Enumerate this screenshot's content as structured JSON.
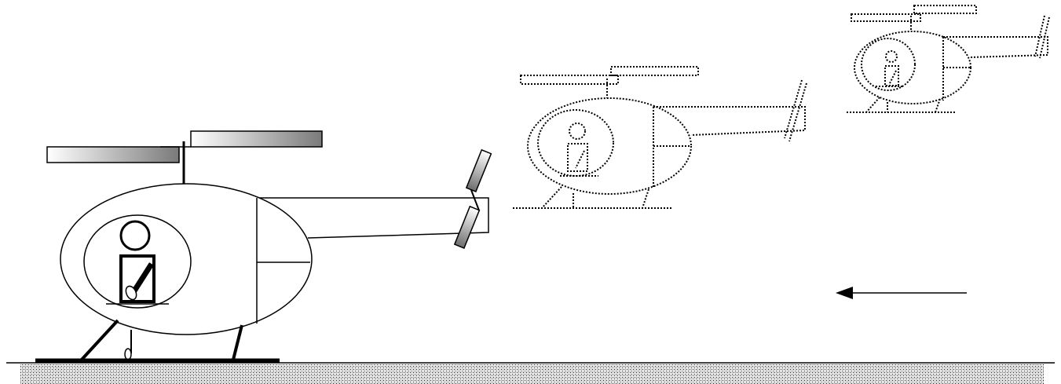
{
  "diagram": {
    "description_text": "",
    "colors": {
      "background": "#ffffff",
      "ink": "#000000",
      "ground_pattern": "#000000",
      "blade_light": "#ffffff",
      "blade_dark": "#7a7a7a"
    },
    "objects": [
      {
        "id": "helicopter-landed",
        "style": "solid"
      },
      {
        "id": "helicopter-approach-near",
        "style": "dotted"
      },
      {
        "id": "helicopter-approach-far",
        "style": "dotted"
      },
      {
        "id": "motion-arrow",
        "direction": "left"
      },
      {
        "id": "ground",
        "texture": "stipple"
      }
    ]
  }
}
